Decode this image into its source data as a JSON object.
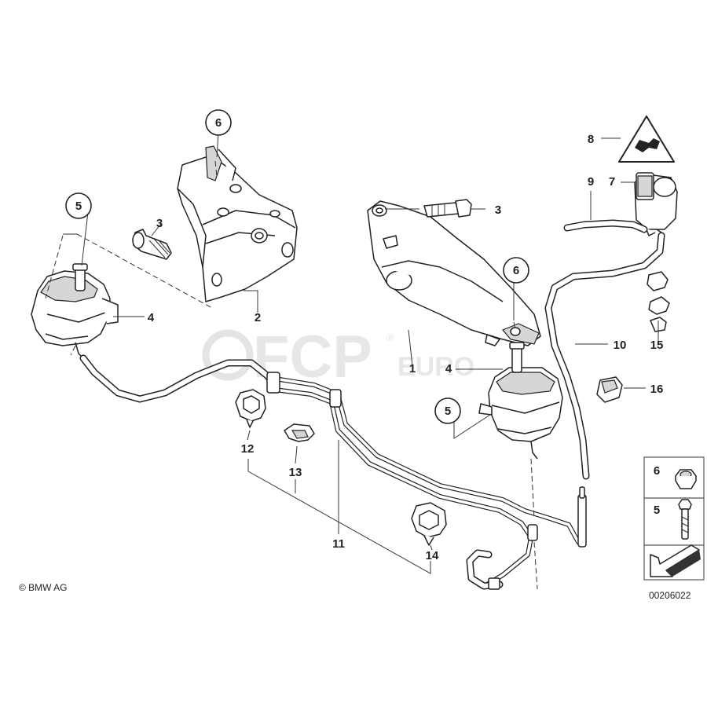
{
  "diagram": {
    "copyright": "© BMW AG",
    "drawing_number": "00206022",
    "watermark": {
      "brand": "FCP",
      "suffix": "EURO",
      "registered": "®"
    },
    "callouts": [
      "1",
      "2",
      "3",
      "4",
      "5",
      "6",
      "7",
      "8",
      "9",
      "10",
      "11",
      "12",
      "13",
      "14",
      "15",
      "16"
    ],
    "legend": {
      "items": [
        {
          "number": "6",
          "icon": "nut-icon"
        },
        {
          "number": "5",
          "icon": "bolt-icon"
        }
      ],
      "arrow_icon": "direction-arrow-icon"
    },
    "warning_icon": "warning-triangle-icon"
  }
}
